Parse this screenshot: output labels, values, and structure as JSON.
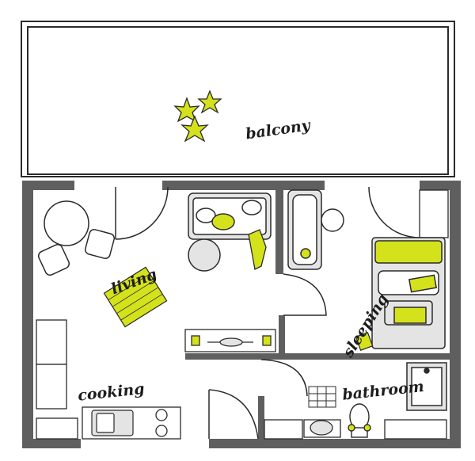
{
  "labels": {
    "balcony": "balcony",
    "living": "living",
    "sleeping": "sleeping",
    "cooking": "cooking",
    "bathroom": "bathroom"
  },
  "colors": {
    "accent": "#d4e21c",
    "wall": "#5f5f5f",
    "line": "#2b2b2b",
    "furniture_fill": "#e4e4e4",
    "background": "#ffffff"
  },
  "icons": [
    "plant-icon",
    "sofa-icon",
    "bed-icon",
    "rug-icon",
    "sink-icon",
    "stove-icon",
    "bathtub-icon",
    "toilet-icon",
    "shower-icon"
  ]
}
